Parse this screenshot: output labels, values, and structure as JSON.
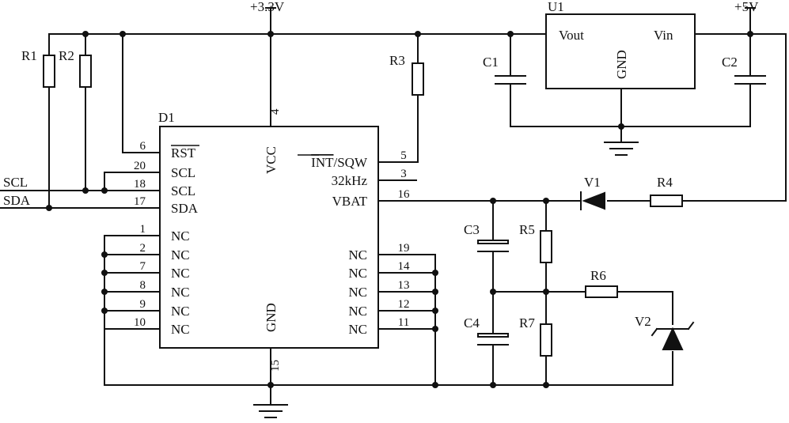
{
  "rails": {
    "v33": "+3.3V",
    "v5": "+5V"
  },
  "signals": {
    "scl": "SCL",
    "sda": "SDA"
  },
  "components": {
    "r1": "R1",
    "r2": "R2",
    "r3": "R3",
    "r4": "R4",
    "r5": "R5",
    "r6": "R6",
    "r7": "R7",
    "c1": "C1",
    "c2": "C2",
    "c3": "C3",
    "c4": "C4",
    "v1": "V1",
    "v2": "V2",
    "d1": "D1",
    "u1": "U1"
  },
  "u1": {
    "vout": "Vout",
    "vin": "Vin",
    "gnd": "GND"
  },
  "d1": {
    "vcc": "VCC",
    "gnd": "GND",
    "left_pins": [
      {
        "num": "6",
        "name": "RST",
        "overline": true
      },
      {
        "num": "20",
        "name": "SCL"
      },
      {
        "num": "18",
        "name": "SCL"
      },
      {
        "num": "17",
        "name": "SDA"
      },
      {
        "num": "1",
        "name": "NC"
      },
      {
        "num": "2",
        "name": "NC"
      },
      {
        "num": "7",
        "name": "NC"
      },
      {
        "num": "8",
        "name": "NC"
      },
      {
        "num": "9",
        "name": "NC"
      },
      {
        "num": "10",
        "name": "NC"
      }
    ],
    "right_pins": [
      {
        "num": "5",
        "name_over": "INT",
        "name_rest": "/SQW"
      },
      {
        "num": "3",
        "name": "32kHz"
      },
      {
        "num": "16",
        "name": "VBAT"
      },
      {
        "num": "19",
        "name": "NC"
      },
      {
        "num": "14",
        "name": "NC"
      },
      {
        "num": "13",
        "name": "NC"
      },
      {
        "num": "12",
        "name": "NC"
      },
      {
        "num": "11",
        "name": "NC"
      }
    ],
    "top_pin": "4",
    "bottom_pin": "15"
  }
}
